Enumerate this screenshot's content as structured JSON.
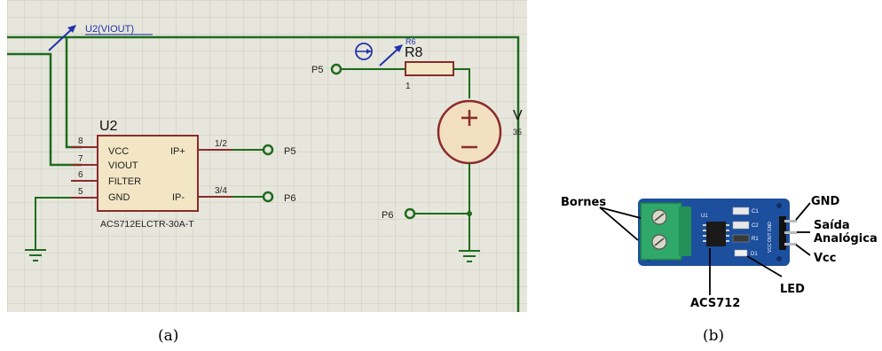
{
  "panel_a": {
    "caption": "(a)",
    "probe_label": "U2(VIOUT)",
    "ic": {
      "name": "U2",
      "part": "ACS712ELCTR-30A-T",
      "left_pins": [
        {
          "num": "8",
          "label": "VCC"
        },
        {
          "num": "7",
          "label": "VIOUT"
        },
        {
          "num": "6",
          "label": "FILTER"
        },
        {
          "num": "5",
          "label": "GND"
        }
      ],
      "right_pins": [
        {
          "label": "IP+",
          "num": "1/2",
          "port": "P5"
        },
        {
          "label": "IP-",
          "num": "3/4",
          "port": "P6"
        }
      ]
    },
    "resistor": {
      "name": "R8",
      "value": "1",
      "ammeter_label": "R6"
    },
    "source": {
      "name_partial": "V",
      "value_partial": "35"
    },
    "ports": {
      "top": "P5",
      "bottom": "P6"
    }
  },
  "panel_b": {
    "caption": "(b)",
    "labels": {
      "bornes": "Bornes",
      "gnd": "GND",
      "saida_1": "Saída",
      "saida_2": "Analógica",
      "vcc": "Vcc",
      "led": "LED",
      "acs": "ACS712"
    },
    "silkscreen": {
      "u1": "U1",
      "c1": "C1",
      "c2": "C2",
      "r1": "R1",
      "d1": "D1",
      "pins": "VCC OUT GND"
    }
  },
  "colors": {
    "grid_bg": "#e6e6dc",
    "grid_line": "#c9c9bc",
    "wire": "#1e6b1e",
    "ic_fill": "#f3e6c4",
    "ic_border": "#8a2b2b",
    "probe": "#2233aa",
    "source_fill": "#f1dfc0",
    "pcb_blue": "#1c4f9e",
    "terminal_green": "#2fa86a"
  }
}
